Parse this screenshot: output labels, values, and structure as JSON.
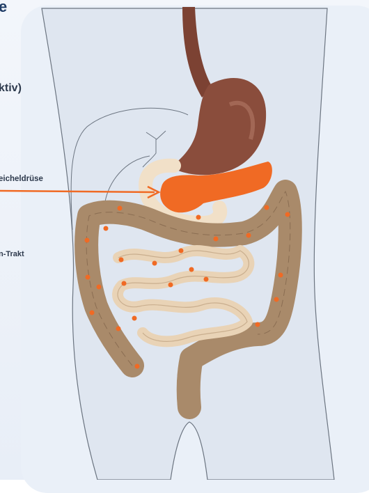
{
  "title_fragment": "e",
  "subtitle_fragment": "ktiv)",
  "labels": {
    "pancreas": "eicheldrüse",
    "tract": "n-Trakt"
  },
  "colors": {
    "background": "#eaf0f8",
    "body": "#dfe6f0",
    "outline": "#6b7480",
    "stomach": "#8a4d3c",
    "pancreas": "#f06a24",
    "arrow": "#f06a24",
    "intestine_small": "#e9d3b6",
    "intestine_large": "#a98a6a",
    "marker": "#f06a24"
  },
  "icons": [
    "human-torso-illustration",
    "arrow-right-icon"
  ]
}
